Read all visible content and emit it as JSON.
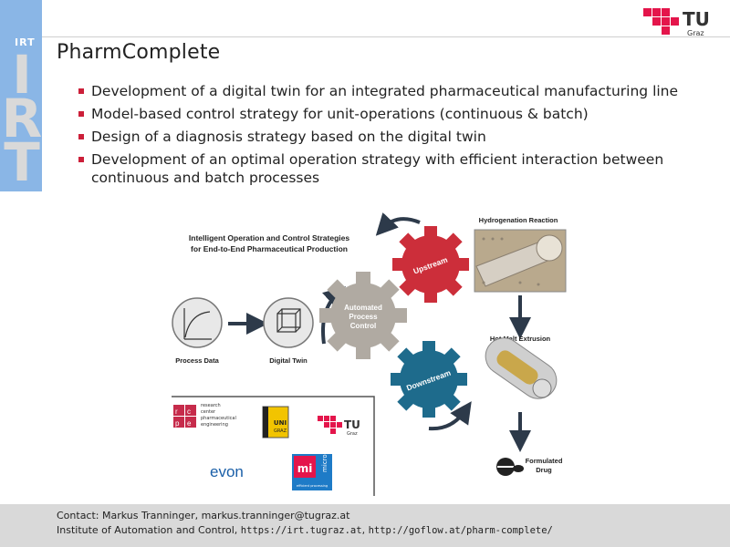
{
  "sidebar": {
    "brand_small": "IRT",
    "brand_large": [
      "I",
      "R",
      "T"
    ]
  },
  "header": {
    "title": "PharmComplete",
    "logo_text": "TU",
    "logo_subtext": "Graz"
  },
  "bullets": [
    "Development of a digital twin for an integrated pharmaceutical manufacturing line",
    "Model-based control strategy for unit-operations (continuous & batch)",
    "Design of a diagnosis strategy based on the digital twin",
    "Development of an optimal operation strategy with efficient interaction between continuous and batch processes"
  ],
  "diagram": {
    "heading_line1": "Intelligent Operation and Control Strategies",
    "heading_line2": "for End-to-End Pharmaceutical Production",
    "process_data": "Process Data",
    "digital_twin": "Digital Twin",
    "center_gear": [
      "Automated",
      "Process",
      "Control"
    ],
    "upstream": "Upstream",
    "downstream": "Downstream",
    "hydrogenation": "Hydrogenation Reaction",
    "hot_melt": "Hot Melt Extrusion",
    "formulated": [
      "Formulated",
      "Drug"
    ],
    "partners": {
      "rcpe_lines": [
        "research",
        "center",
        "pharmaceutical",
        "engineering"
      ],
      "uni_graz": [
        "UNI",
        "GRAZ"
      ],
      "tu": "TU",
      "tu_sub": "Graz",
      "evon": "evon",
      "micro": [
        "mi",
        "micro",
        "efficient processing"
      ]
    },
    "colors": {
      "red_gear": "#cc2e3a",
      "blue_gear": "#1e6b8c",
      "gray_gear": "#b0aaa2",
      "arrow": "#2d3a4a"
    }
  },
  "footer": {
    "line1": "Contact:  Markus Tranninger, markus.tranninger@tugraz.at",
    "line2_prefix": "Institute of Automation and Control, ",
    "line2_link1": "https://irt.tugraz.at",
    "line2_sep": ", ",
    "line2_link2": "http://goflow.at/pharm-complete/"
  }
}
